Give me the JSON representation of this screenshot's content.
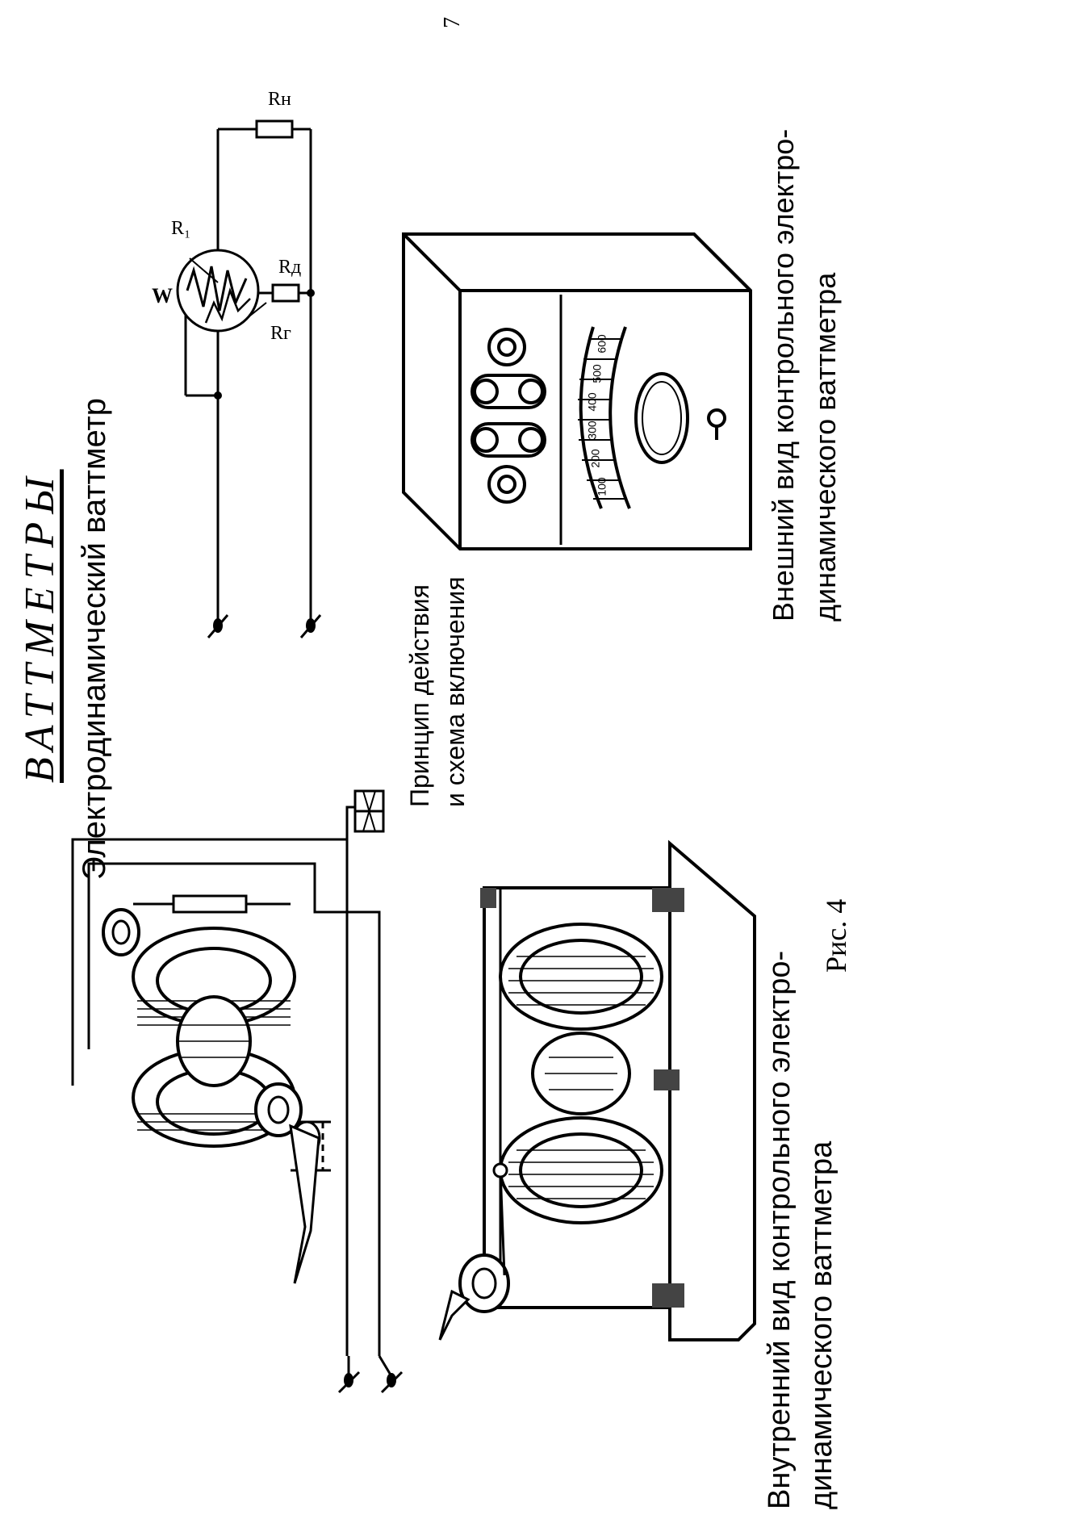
{
  "page_number": "7",
  "title": "ВАТТМЕТРЫ",
  "subtitle": "Электродинамический  ваттметр",
  "principle_caption": {
    "line1": "Принцип  действия",
    "line2": "и схема включения"
  },
  "external_caption": {
    "line1": "Внешний вид контрольного электро-",
    "line2": "динамического ваттметра"
  },
  "internal_caption": {
    "line1": "Внутренний вид контрольного электро-",
    "line2": "динамического ваттметра"
  },
  "figure_label": "Рис. 4",
  "schematic_labels": {
    "w": "W",
    "r1": "R₁",
    "rd": "Rд",
    "rg": "Rг",
    "rn": "Rн"
  },
  "scale_labels": [
    "100",
    "200",
    "300",
    "400",
    "500",
    "600"
  ]
}
